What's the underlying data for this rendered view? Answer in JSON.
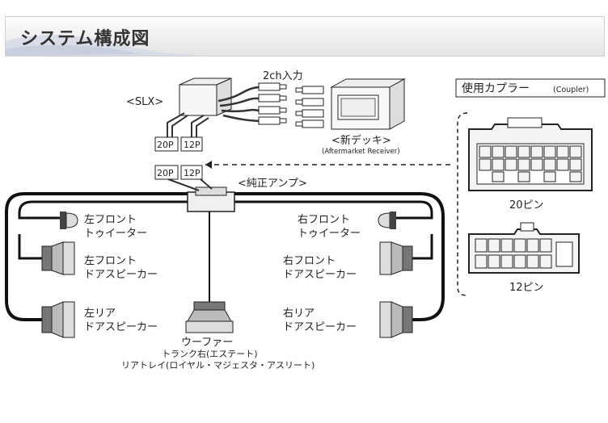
{
  "header": {
    "title": "システム構成図"
  },
  "labels": {
    "input_2ch": "2ch入力",
    "slx": "<SLX>",
    "new_deck": "<新デッキ>",
    "new_deck_en": "(Aftermarket Receiver)",
    "stock_amp": "<純正アンプ>",
    "conn_20p": "20P",
    "conn_12p": "12P"
  },
  "coupler": {
    "title": "使用カプラー",
    "title_en": "(Coupler)",
    "pin20": "20ピン",
    "pin12": "12ピン"
  },
  "speakers": {
    "left_front_tweeter": [
      "左フロント",
      "トゥイーター"
    ],
    "left_front_door": [
      "左フロント",
      "ドアスピーカー"
    ],
    "left_rear_door": [
      "左リア",
      "ドアスピーカー"
    ],
    "right_front_tweeter": [
      "右フロント",
      "トゥイーター"
    ],
    "right_front_door": [
      "右フロント",
      "ドアスピーカー"
    ],
    "right_rear_door": [
      "右リア",
      "ドアスピーカー"
    ],
    "woofer": "ウーファー",
    "woofer_note1": "トランク右(エステート)",
    "woofer_note2": "リアトレイ(ロイヤル・マジェスタ・アスリート)"
  }
}
